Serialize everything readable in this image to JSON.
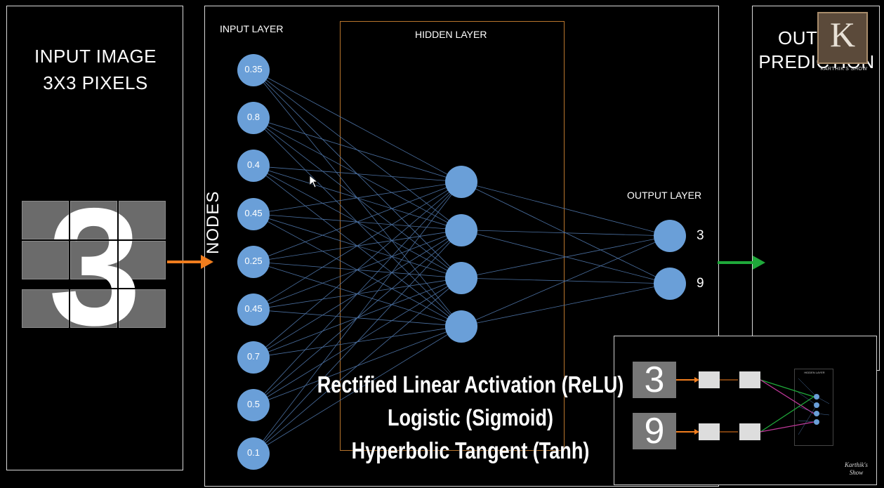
{
  "input_panel": {
    "title_line1": "INPUT IMAGE",
    "title_line2": "3X3 PIXELS",
    "digit": "3"
  },
  "output_panel": {
    "title_line1": "OUTPUT",
    "title_line2": "PREDICTION"
  },
  "network": {
    "input_layer_label": "INPUT LAYER",
    "hidden_layer_label": "HIDDEN LAYER",
    "output_layer_label": "OUTPUT LAYER",
    "nodes_label": "NODES",
    "input_values": [
      "0.35",
      "0.8",
      "0.4",
      "0.45",
      "0.25",
      "0.45",
      "0.7",
      "0.5",
      "0.1"
    ],
    "hidden_count": 4,
    "output_labels": [
      "3",
      "9"
    ]
  },
  "captions": [
    "Rectified Linear Activation (ReLU)",
    "Logistic (Sigmoid)",
    "Hyperbolic Tangent (Tanh)"
  ],
  "thumbnail": {
    "digit_top": "3",
    "digit_bottom": "9",
    "hidden_label": "HIDDEN LAYER"
  },
  "colors": {
    "node": "#6a9fd8",
    "edge": "#4a6fa0",
    "input_arrow": "#f07d1e",
    "output_arrow": "#1fa83a",
    "hidden_border": "#b8752d"
  },
  "watermark": {
    "logo_letter": "K",
    "logo_text": "KARTHIK'S SHOW",
    "signature_line1": "Karthik's",
    "signature_line2": "Show"
  }
}
